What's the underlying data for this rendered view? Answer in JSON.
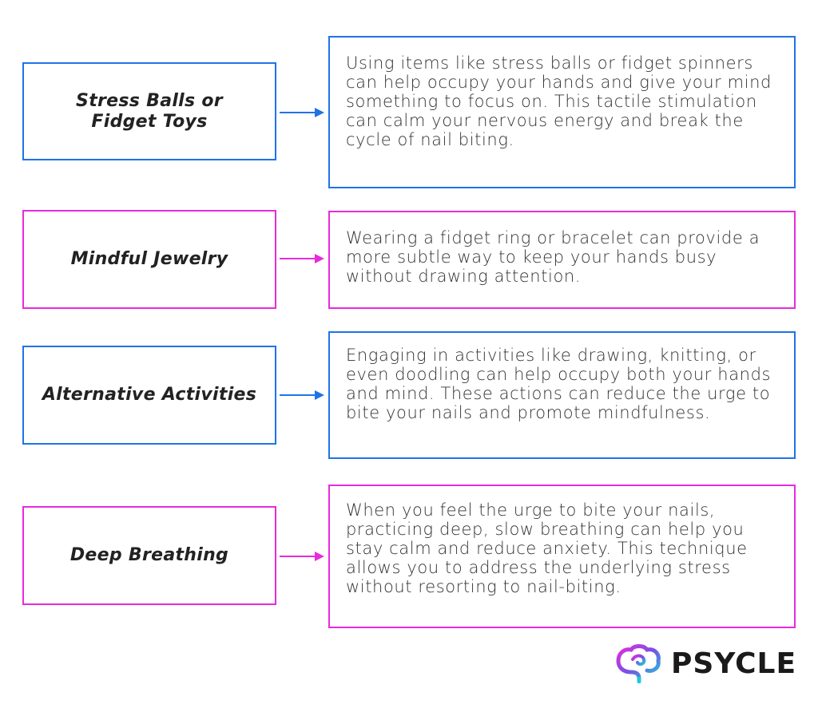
{
  "items": [
    {
      "title": "Stress Balls or\nFidget Toys",
      "description": "Using items like stress balls or fidget spinners can help occupy your hands and give your mind something to focus on. This tactile stimulation can calm your nervous energy and break the cycle of nail biting.",
      "color": "#1f73e8"
    },
    {
      "title": "Mindful Jewelry",
      "description": "Wearing a fidget ring or bracelet can provide a more subtle way to keep your hands busy without drawing attention.",
      "color": "#e62bdc"
    },
    {
      "title": "Alternative Activities",
      "description": "Engaging in activities like drawing, knitting, or even doodling can help occupy both your hands and mind. These actions can reduce the urge to bite your nails and promote mindfulness.",
      "color": "#1f73e8"
    },
    {
      "title": "Deep Breathing",
      "description": "When you feel the urge to bite your nails, practicing deep, slow breathing can help you stay calm and reduce anxiety. This technique allows you to address the underlying stress without resorting to nail-biting.",
      "color": "#e62bdc"
    }
  ],
  "brand": {
    "name": "PSYCLE",
    "icon": "brain-logo-icon"
  }
}
